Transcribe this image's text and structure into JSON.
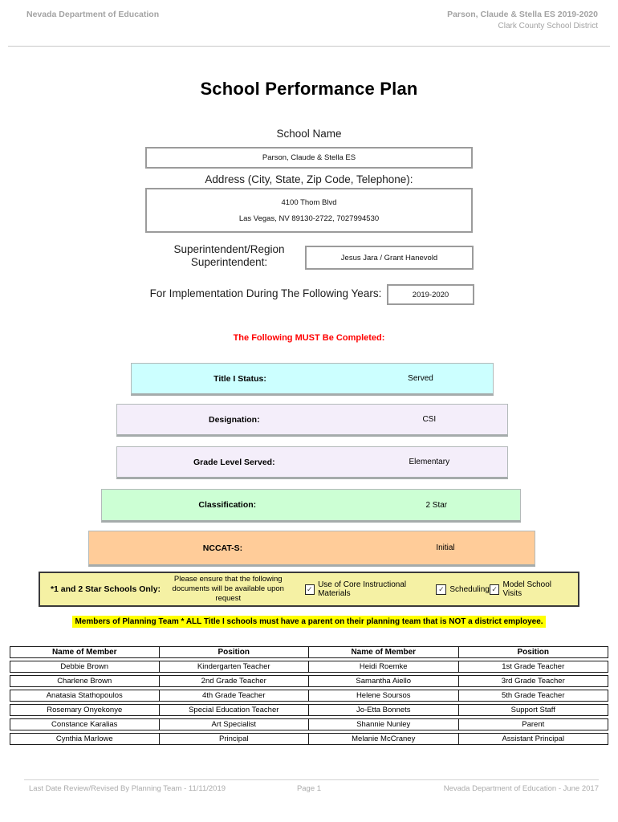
{
  "header": {
    "left": "Nevada Department of Education",
    "right_line1": "Parson, Claude & Stella ES  2019-2020",
    "right_line2": "Clark County School District"
  },
  "title": "School Performance Plan",
  "form": {
    "school_name_label": "School Name",
    "school_name_value": "Parson, Claude & Stella ES",
    "address_label": "Address (City, State, Zip Code, Telephone):",
    "address_line1": "4100 Thom Blvd",
    "address_line2": "Las Vegas, NV  89130-2722, 7027994530",
    "superintendent_label": "Superintendent/Region Superintendent:",
    "superintendent_value": "Jesus Jara / Grant Hanevold",
    "implementation_label": "For Implementation During The Following Years:",
    "implementation_value": "2019-2020"
  },
  "must_complete_notice": "The Following MUST Be Completed:",
  "status_rows": [
    {
      "label": "Title I Status:",
      "value": "Served",
      "bg": "#CCFFFF"
    },
    {
      "label": "Designation:",
      "value": "CSI",
      "bg": "#F4EEFA"
    },
    {
      "label": "Grade Level Served:",
      "value": "Elementary",
      "bg": "#F4EEFA"
    },
    {
      "label": "Classification:",
      "value": "2 Star",
      "bg": "#CCFFD4"
    },
    {
      "label": "NCCAT-S:",
      "value": "Initial",
      "bg": "#FFCC99"
    }
  ],
  "star_schools_bar": {
    "bg": "#F5F1A4",
    "label": "*1 and 2 Star Schools Only:",
    "note_line1": "Please ensure that the following",
    "note_line2": "documents will be available upon request",
    "checkboxes": [
      {
        "label": "Use of Core Instructional Materials",
        "checked": true
      },
      {
        "label": "Scheduling",
        "checked": true
      },
      {
        "label": "Model School Visits",
        "checked": true
      }
    ]
  },
  "planning_team_notice": "Members of Planning Team * ALL Title I schools must have a parent on their planning team that is NOT a district employee.",
  "members_table": {
    "headers": [
      "Name of Member",
      "Position",
      "Name of Member",
      "Position"
    ],
    "rows": [
      [
        "Debbie Brown",
        "Kindergarten Teacher",
        "Heidi Roemke",
        "1st Grade Teacher"
      ],
      [
        "Charlene Brown",
        "2nd Grade Teacher",
        "Samantha Aiello",
        "3rd Grade Teacher"
      ],
      [
        "Anatasia Stathopoulos",
        "4th Grade Teacher",
        "Helene Soursos",
        "5th Grade Teacher"
      ],
      [
        "Rosemary Onyekonye",
        "Special Education Teacher",
        "Jo-Etta Bonnets",
        "Support Staff"
      ],
      [
        "Constance Karalias",
        "Art Specialist",
        "Shannie Nunley",
        "Parent"
      ],
      [
        "Cynthia Marlowe",
        "Principal",
        "Melanie McCraney",
        "Assistant Principal"
      ]
    ]
  },
  "footer": {
    "left": "Last Date Review/Revised By Planning Team - 11/11/2019",
    "center": "Page 1",
    "right": "Nevada Department of Education - June 2017"
  },
  "colors": {
    "notice_red": "#FF0000",
    "highlight_yellow": "#FFFF00",
    "bar_yellow": "#F5F1A4",
    "cyan": "#CCFFFF",
    "lavender": "#F4EEFA",
    "green": "#CCFFD4",
    "orange": "#FFCC99",
    "header_gray": "#A3A3A3"
  }
}
